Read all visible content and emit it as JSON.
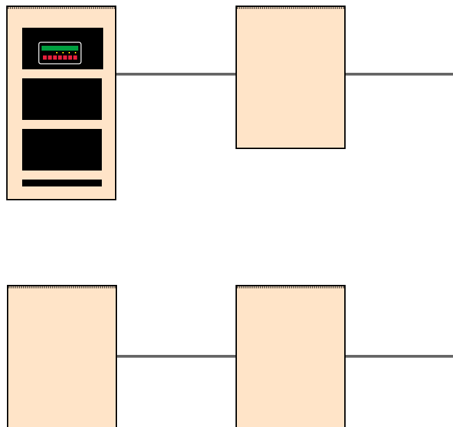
{
  "colors": {
    "background": "#ffffff",
    "panel_fill": "#ffe4c8",
    "panel_stroke": "#000000",
    "connector": "#666666",
    "slot_fill": "#000000",
    "device_bar": "#00a040",
    "device_leds": "#e8203c",
    "device_dots": "#f0d000"
  },
  "diagram": {
    "rows": [
      {
        "panels": [
          {
            "id": "rack-a",
            "has_equipment": true,
            "equipment": [
              "status-device",
              "blank-slot",
              "blank-slot",
              "thin-slot"
            ]
          },
          {
            "id": "rack-b",
            "has_equipment": false
          }
        ]
      },
      {
        "panels": [
          {
            "id": "rack-c",
            "has_equipment": false
          },
          {
            "id": "rack-d",
            "has_equipment": false
          }
        ]
      }
    ],
    "device_led_count": 7,
    "device_dot_count": 4
  }
}
